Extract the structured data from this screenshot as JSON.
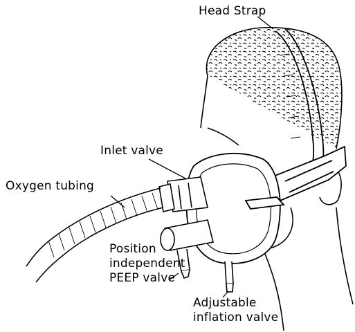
{
  "labels": {
    "head_strap": "Head Strap",
    "inlet_valve": "Inlet valve",
    "oxygen_tubing": "Oxygen tubing",
    "position_peep": [
      "Position",
      "independent",
      "PEEP valve"
    ],
    "adjustable_valve": [
      "Adjustable",
      "inflation valve"
    ]
  },
  "colors": {
    "ink": "#000000",
    "paper": "#ffffff"
  }
}
